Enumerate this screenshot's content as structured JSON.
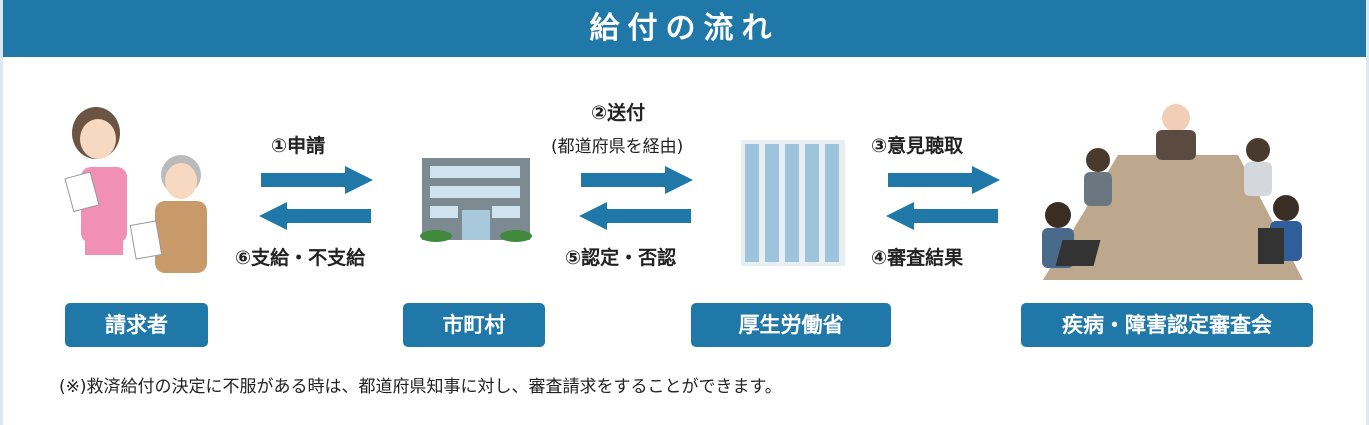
{
  "title": "給付の流れ",
  "steps": {
    "s1": "①申請",
    "s2": "②送付",
    "s2_sub": "(都道府県を経由)",
    "s3": "③意見聴取",
    "s4": "④審査結果",
    "s5": "⑤認定・否認",
    "s6": "⑥支給・不支給"
  },
  "actors": [
    "請求者",
    "市町村",
    "厚生労働省",
    "疾病・障害認定審査会"
  ],
  "note": "(※)救済給付の決定に不服がある時は、都道府県知事に対し、審査請求をすることができます。",
  "colors": {
    "accent": "#1f78a8"
  }
}
